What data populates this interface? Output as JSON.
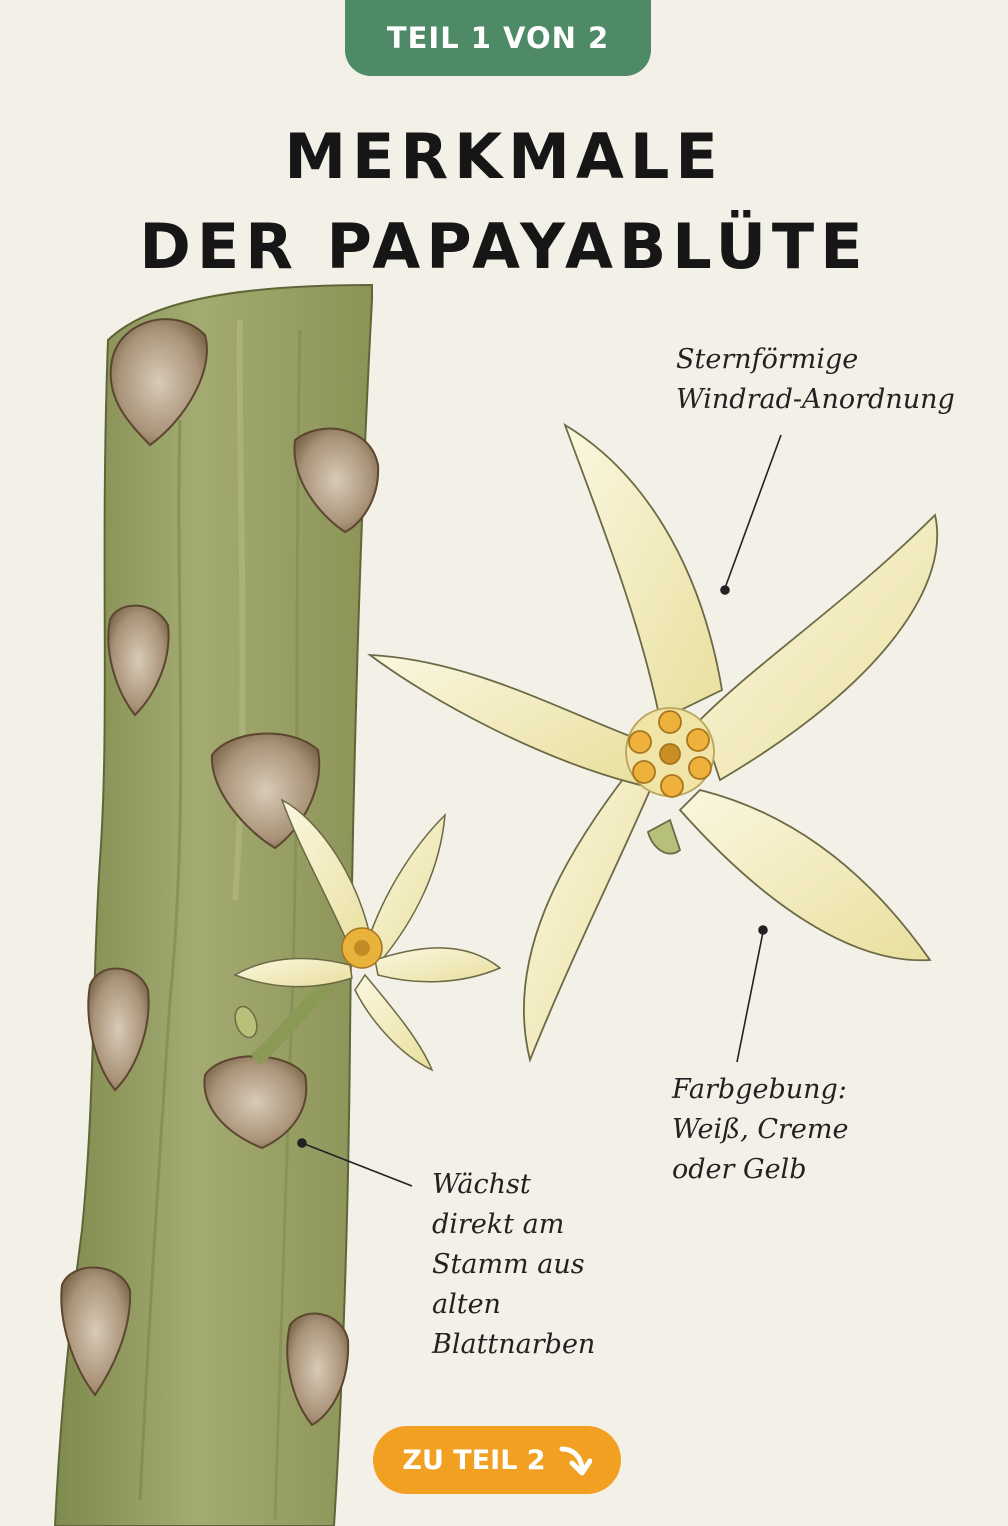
{
  "header": {
    "part_label": "TEIL 1 VON 2",
    "title_line1": "MERKMALE",
    "title_line2": "DER PAPAYABLÜTE"
  },
  "annotations": {
    "star_line1": "Sternförmige",
    "star_line2": "Windrad-Anordnung",
    "color_line1": "Farbgebung:",
    "color_line2": "Weiß, Creme",
    "color_line3": "oder Gelb",
    "stem_line1": "Wächst",
    "stem_line2": "direkt am",
    "stem_line3": "Stamm aus",
    "stem_line4": "alten",
    "stem_line5": "Blattnarben"
  },
  "navigation": {
    "next_label": "ZU TEIL 2",
    "next_icon": "arrow-down-right-icon"
  },
  "colors": {
    "badge": "#4e8a66",
    "button": "#f1a022",
    "background": "#f3f0e8",
    "stem": "#9aa36a",
    "petal": "#f5efc8"
  }
}
